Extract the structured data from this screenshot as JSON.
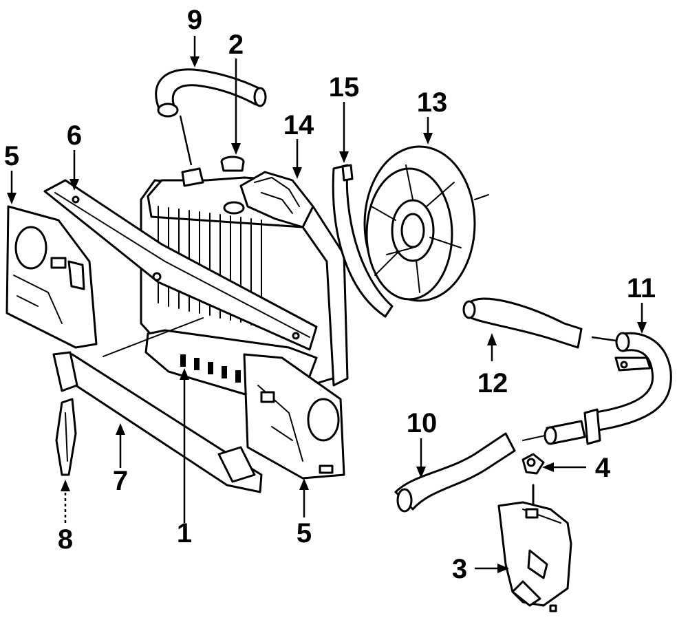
{
  "diagram": {
    "callouts": {
      "c1": "1",
      "c2": "2",
      "c3": "3",
      "c4": "4",
      "c5_left": "5",
      "c5_right": "5",
      "c6": "6",
      "c7": "7",
      "c8": "8",
      "c9": "9",
      "c10": "10",
      "c11": "11",
      "c12": "12",
      "c13": "13",
      "c14": "14",
      "c15": "15"
    }
  }
}
